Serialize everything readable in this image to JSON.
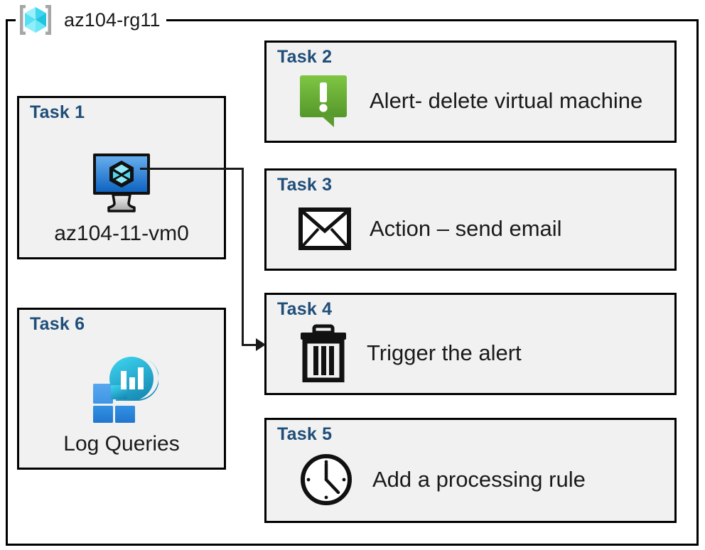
{
  "resource_group": {
    "name": "az104-rg11",
    "icon": "resource-group-cube-icon"
  },
  "colors": {
    "task_title": "#1F4E79",
    "card_fill": "#F1F1F1",
    "card_border": "#000000",
    "alert_green_light": "#7CC242",
    "alert_green_dark": "#5B9C2A",
    "vm_blue_light": "#5AA7E8",
    "vm_blue_dark": "#1267C2",
    "log_cyan": "#32C8E8",
    "log_teal": "#1B93B8",
    "log_blue": "#2E8FE0",
    "cube_cyan": "#56E3F5",
    "bracket_gray": "#A6A6A6",
    "connector": "#1A1A1A",
    "body_text": "#1A1A1A"
  },
  "cards": [
    {
      "id": "task1",
      "title": "Task 1",
      "label": "az104-11-vm0",
      "icon": "virtual-machine-monitor-icon",
      "layout": "stacked"
    },
    {
      "id": "task2",
      "title": "Task 2",
      "label": "Alert- delete virtual machine",
      "icon": "alert-exclamation-bubble-icon",
      "layout": "row"
    },
    {
      "id": "task3",
      "title": "Task 3",
      "label": "Action – send email",
      "icon": "envelope-icon",
      "layout": "row"
    },
    {
      "id": "task4",
      "title": "Task 4",
      "label": "Trigger the alert",
      "icon": "trash-can-icon",
      "layout": "row"
    },
    {
      "id": "task5",
      "title": "Task 5",
      "label": "Add a processing rule",
      "icon": "clock-icon",
      "layout": "row"
    },
    {
      "id": "task6",
      "title": "Task 6",
      "label": "Log Queries",
      "icon": "log-analytics-icon",
      "layout": "stacked"
    }
  ],
  "connector": {
    "from": "task1-virtual-machine-icon",
    "to": "task4",
    "arrow": "arrow-head-right"
  }
}
